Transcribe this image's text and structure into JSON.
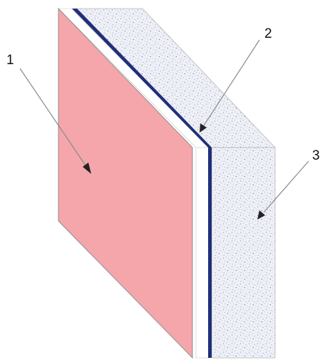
{
  "colors": {
    "front_panel": "#f4a6ab",
    "front_panel_edge": "#8f8f8f",
    "white_gap": "#ffffff",
    "thin_layer": "#1f2f7a",
    "foam_base": "#eef0f6",
    "foam_speck": "#6f7cab",
    "leader": "#8a8a8a",
    "text": "#111111"
  },
  "callouts": [
    {
      "label": "1",
      "points_to": "front-panel"
    },
    {
      "label": "2",
      "points_to": "thin-layer"
    },
    {
      "label": "3",
      "points_to": "foam-layer"
    }
  ]
}
